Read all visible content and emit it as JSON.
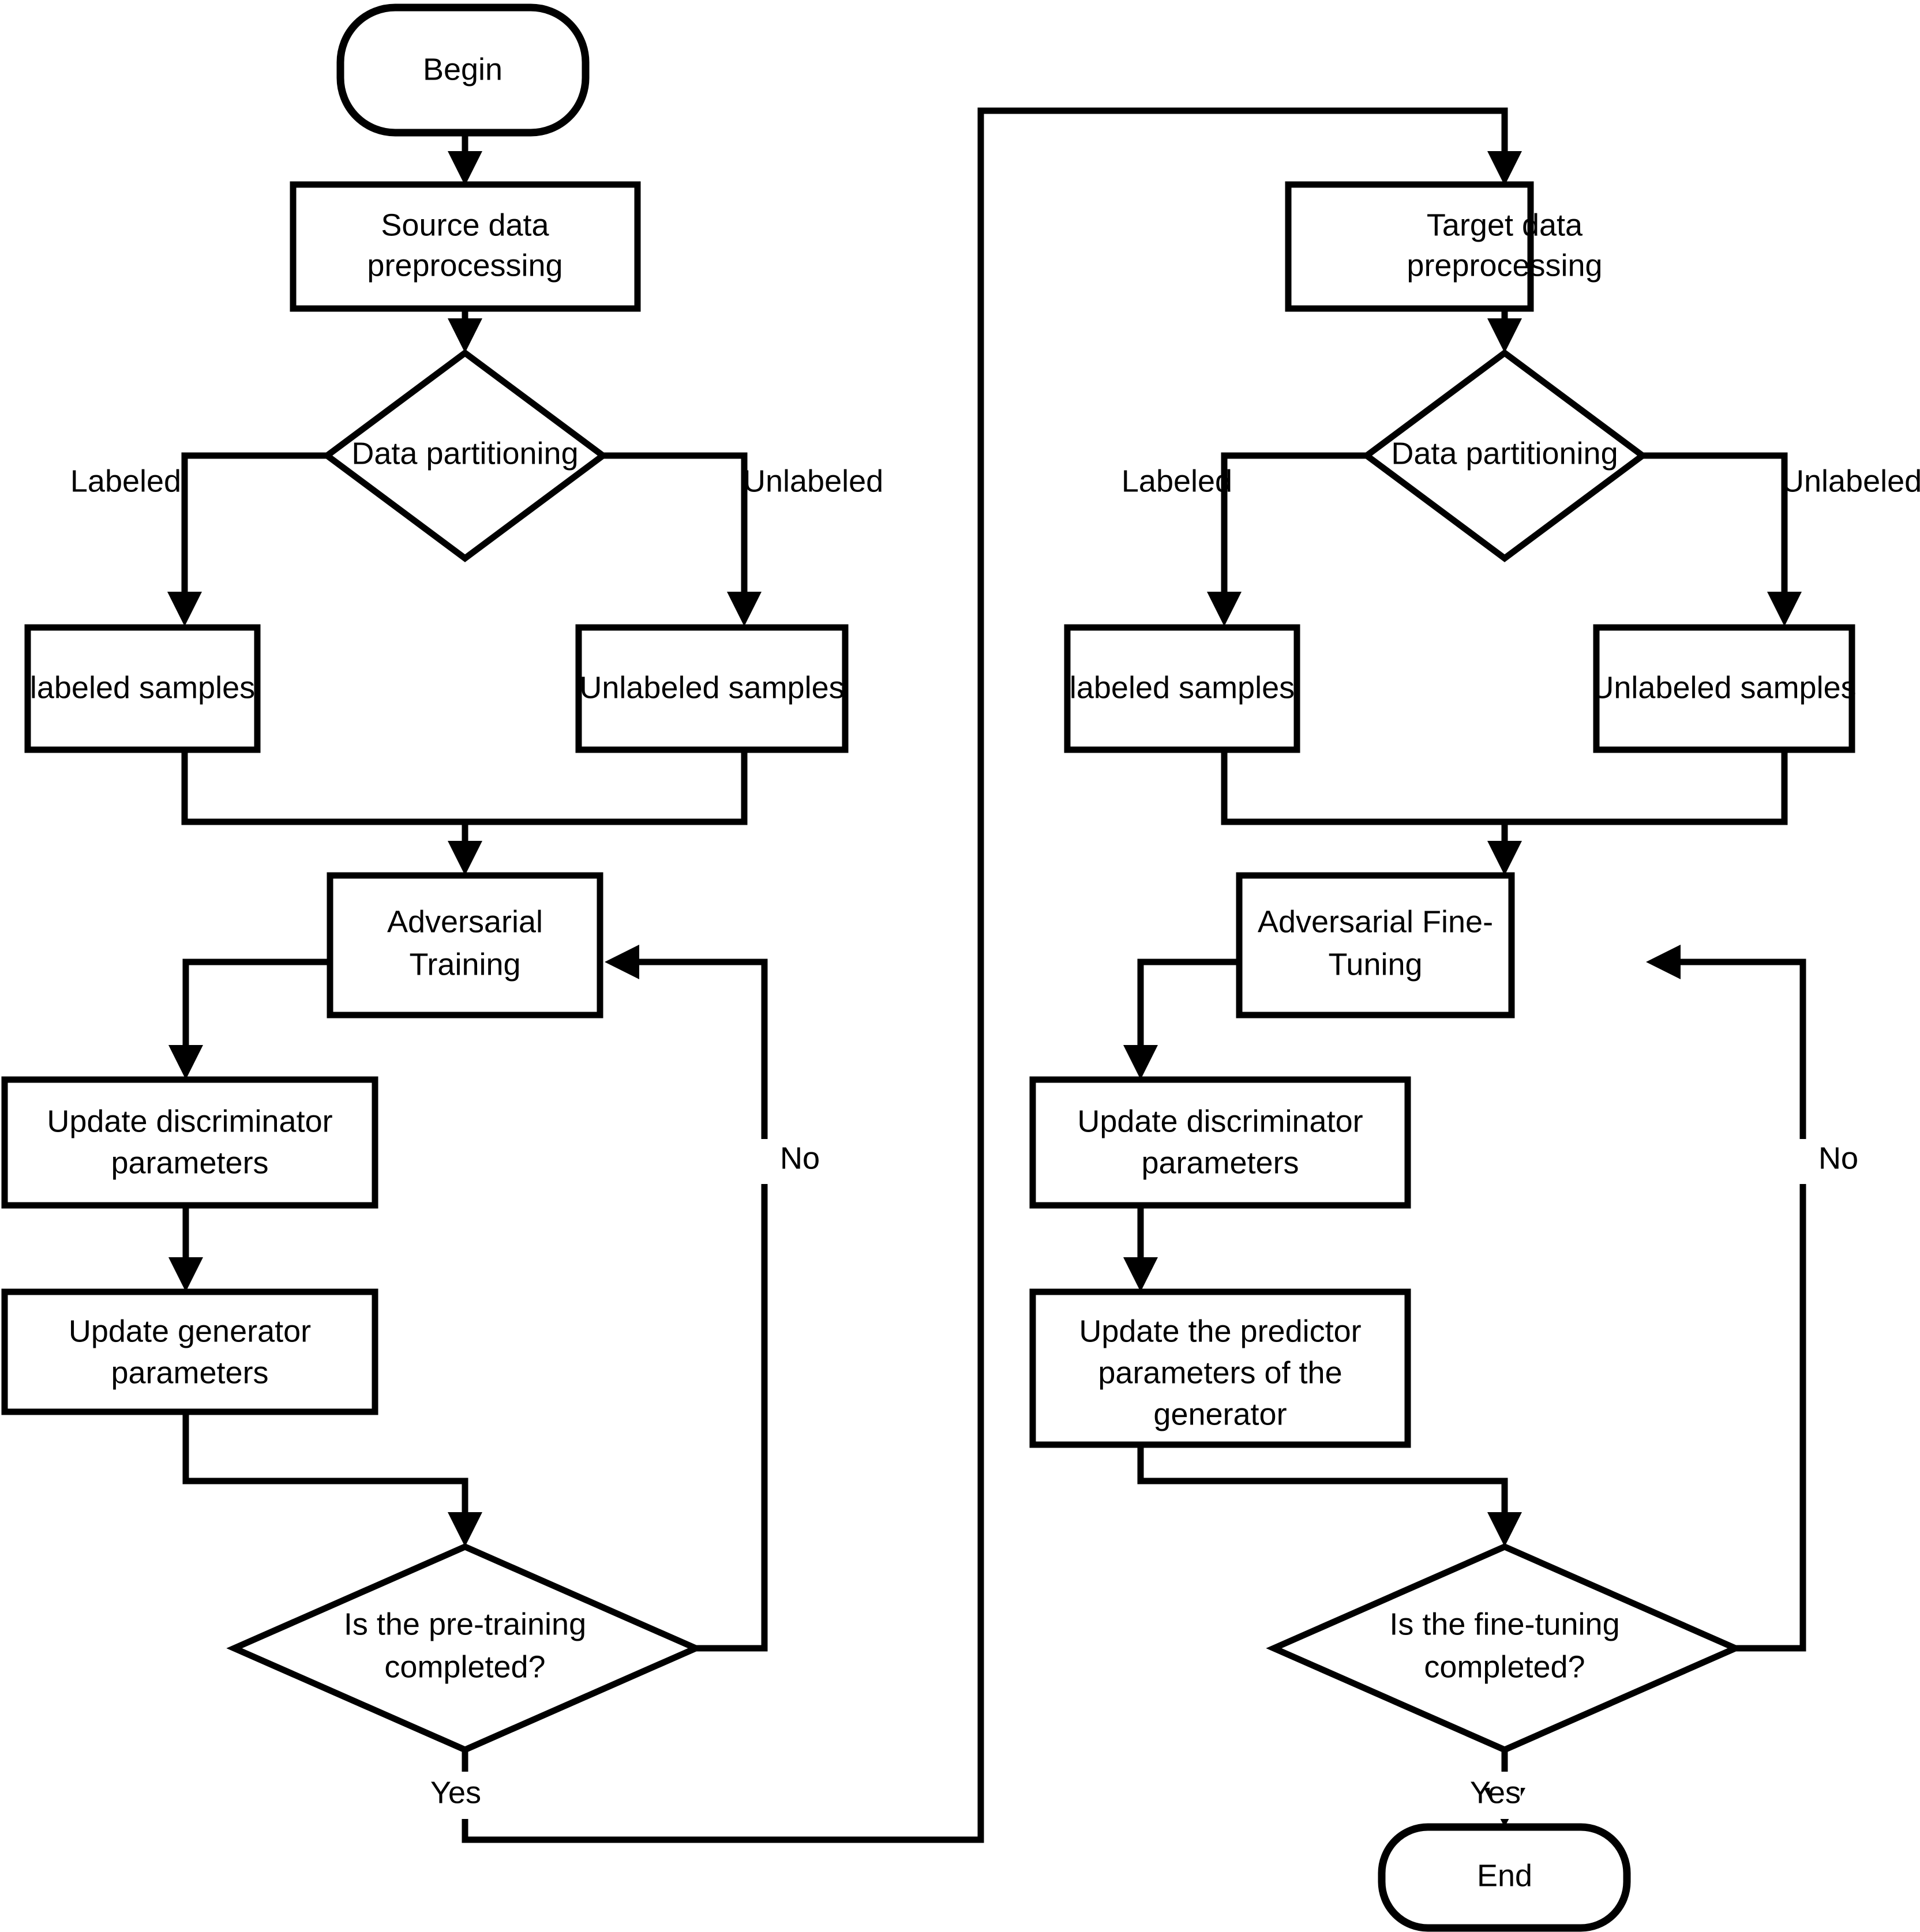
{
  "diagram": {
    "title": "Two-stage adversarial pre-training and fine-tuning flowchart",
    "colors": {
      "stroke": "#000000",
      "fill": "#ffffff",
      "text": "#000000"
    },
    "nodes": {
      "begin": {
        "label": "Begin",
        "shape": "terminator"
      },
      "source_preprocess": {
        "label_line1": "Source data",
        "label_line2": "preprocessing",
        "shape": "process"
      },
      "source_partition": {
        "label": "Data partitioning",
        "shape": "decision"
      },
      "source_labeled": {
        "label": "labeled samples",
        "shape": "process"
      },
      "source_unlabeled": {
        "label": "Unlabeled samples",
        "shape": "process"
      },
      "adversarial_training": {
        "label_line1": "Adversarial",
        "label_line2": "Training",
        "shape": "process"
      },
      "source_update_disc": {
        "label_line1": "Update discriminator",
        "label_line2": "parameters",
        "shape": "process"
      },
      "source_update_gen": {
        "label_line1": "Update generator",
        "label_line2": "parameters",
        "shape": "process"
      },
      "pretrain_check": {
        "label_line1": "Is the pre-training",
        "label_line2": "completed?",
        "shape": "decision"
      },
      "target_preprocess": {
        "label_line1": "Target data",
        "label_line2": "preprocessing",
        "shape": "process"
      },
      "target_partition": {
        "label": "Data partitioning",
        "shape": "decision"
      },
      "target_labeled": {
        "label": "labeled samples",
        "shape": "process"
      },
      "target_unlabeled": {
        "label": "Unlabeled samples",
        "shape": "process"
      },
      "adversarial_finetune": {
        "label_line1": "Adversarial Fine-",
        "label_line2": "Tuning",
        "shape": "process"
      },
      "target_update_disc": {
        "label_line1": "Update discriminator",
        "label_line2": "parameters",
        "shape": "process"
      },
      "target_update_pred": {
        "label_line1": "Update the predictor",
        "label_line2": "parameters of the",
        "label_line3": "generator",
        "shape": "process"
      },
      "finetune_check": {
        "label_line1": "Is the fine-tuning",
        "label_line2": "completed?",
        "shape": "decision"
      },
      "end": {
        "label": "End",
        "shape": "terminator"
      }
    },
    "edge_labels": {
      "source_labeled_branch": "Labeled",
      "source_unlabeled_branch": "Unlabeled",
      "target_labeled_branch": "Labeled",
      "target_unlabeled_branch": "Unlabeled",
      "pretrain_no": "No",
      "pretrain_yes": "Yes",
      "finetune_no": "No",
      "finetune_yes": "Yes"
    }
  }
}
